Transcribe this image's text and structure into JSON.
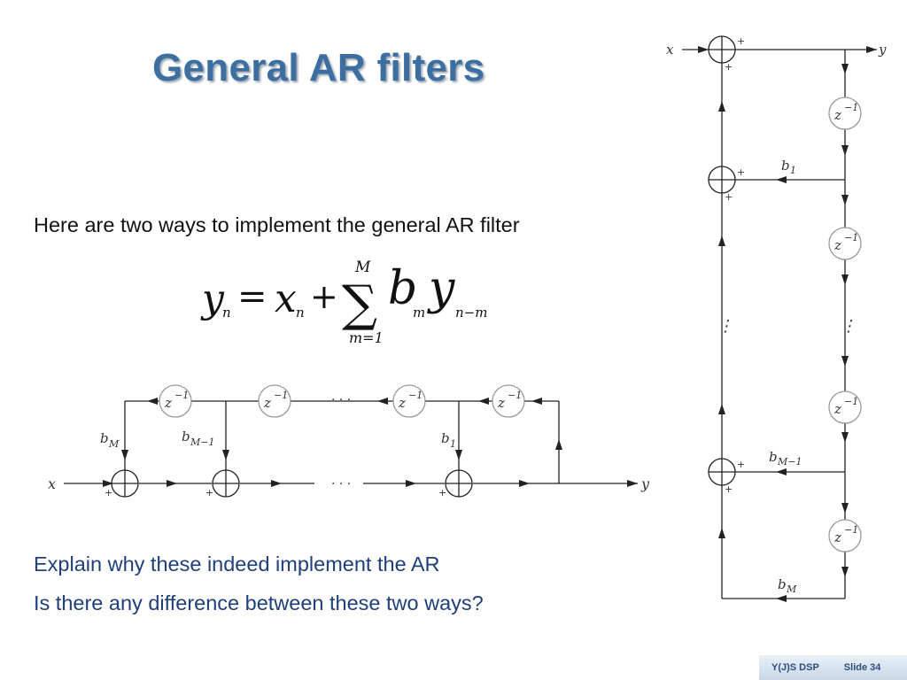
{
  "slide": {
    "title": "General AR filters",
    "intro": "Here are two ways to implement the general AR filter",
    "question_1": "Explain why these indeed implement the AR",
    "question_2": "Is there any difference between these two ways?"
  },
  "equation": {
    "lhs": "y",
    "lhs_sub": "n",
    "equals": "=",
    "x": "x",
    "x_sub": "n",
    "plus": "+",
    "sum_upper": "M",
    "sum_lower": "m=1",
    "b": "b",
    "b_sub": "m",
    "y": "y",
    "y_sub": "n−m"
  },
  "diagram_labels": {
    "input": "x",
    "output": "y",
    "delay": "z",
    "delay_exp": "−1",
    "plus": "+",
    "ellipsis_h": "· · ·",
    "ellipsis_v": "⋮",
    "b": "b",
    "b1_sub": "1",
    "bM_sub": "M",
    "bM1_sub": "M−1"
  },
  "footer": {
    "course": "Y(J)S   DSP",
    "slide": "Slide 34"
  },
  "colors": {
    "title": "#3c6ea0",
    "question_text": "#1f3f7a",
    "footer_bg": "#c8d7e8"
  }
}
